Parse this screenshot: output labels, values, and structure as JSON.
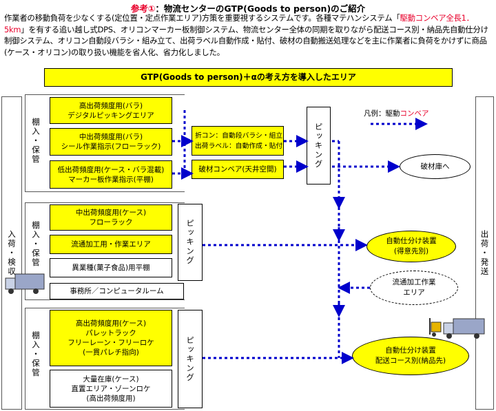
{
  "title": {
    "lead": "参考①",
    "rest": "：物流センターのGTP(Goods to person)のご紹介"
  },
  "intro": {
    "p1": "作業者の移動負荷を少なくする(定位置・定点作業エリア)方策を重要視するシステムです。各種マテハンシステム「",
    "highlight": "駆動コンベア全長1．5km",
    "p2": "」を有する追い越し式DPS、オリコンマーカー板制御システム、物流センター全体の同期を取りながら配送コース別・納品先自動仕分け制御システム、オリコン自動段バラシ・組み立て、出荷ラベル自動作成・貼付、破材の自動搬送処理などを主に作業者に負荷をかけずに商品(ケース・オリコン)の取り扱い機能を省人化、省力化しました。"
  },
  "banner": "GTP(Goods to person)＋αの考え方を導入したエリア",
  "left_bar": "入荷・検収",
  "right_bar": "出荷・発送",
  "zones": {
    "z1": {
      "label": "棚入・保管",
      "boxes": [
        {
          "l1": "高出荷頻度用(バラ)",
          "l2": "デジタルピッキングエリア"
        },
        {
          "l1": "中出荷頻度用(バラ)",
          "l2": "シール作業指示(フローラック)"
        },
        {
          "l1": "低出荷頻度用(ケース・バラ混載)",
          "l2": "マーカー板作業指示(平棚)"
        }
      ]
    },
    "z2": {
      "label": "棚入・保管",
      "boxes": [
        {
          "l1": "中出荷頻度用(ケース)",
          "l2": "フローラック"
        },
        {
          "l1": "流通加工用・作業エリア"
        },
        {
          "l1": "異業種(菓子食品)用平棚"
        }
      ]
    },
    "z3": {
      "label": "棚入・保管",
      "boxes": [
        {
          "l1": "高出荷頻度用(ケース)",
          "l2": "パレットラック",
          "l3": "フリーレーン・フリーロケ",
          "l4": "(一貫パレチ指向)"
        },
        {
          "l1": "大量在庫(ケース)",
          "l2": "直置エリア・ゾーンロケ",
          "l3": "(高出荷頻度用)"
        }
      ]
    }
  },
  "office": "事務所／コンピュータルーム",
  "mid_box": {
    "l1": "折コン：自動段バラシ・組立",
    "l2": "出荷ラベル：自動作成・貼付"
  },
  "waste_conveyor": "破材コンベア(天井空間)",
  "picking": "ピッキング",
  "legend": {
    "prefix": "凡例：駆動",
    "red": "コンベア"
  },
  "waste_store": "破材庫へ",
  "ellipses": {
    "e1": {
      "l1": "自動仕分け装置",
      "l2": "(得意先別)"
    },
    "e2": {
      "l1": "流通加工作業",
      "l2": "エリア"
    },
    "e3": {
      "l1": "自動仕分け装置",
      "l2": "配送コース別(納品先)"
    }
  },
  "colors": {
    "yellow": "#ffff00",
    "arrow": "#0000cc",
    "red": "#e8002b"
  }
}
